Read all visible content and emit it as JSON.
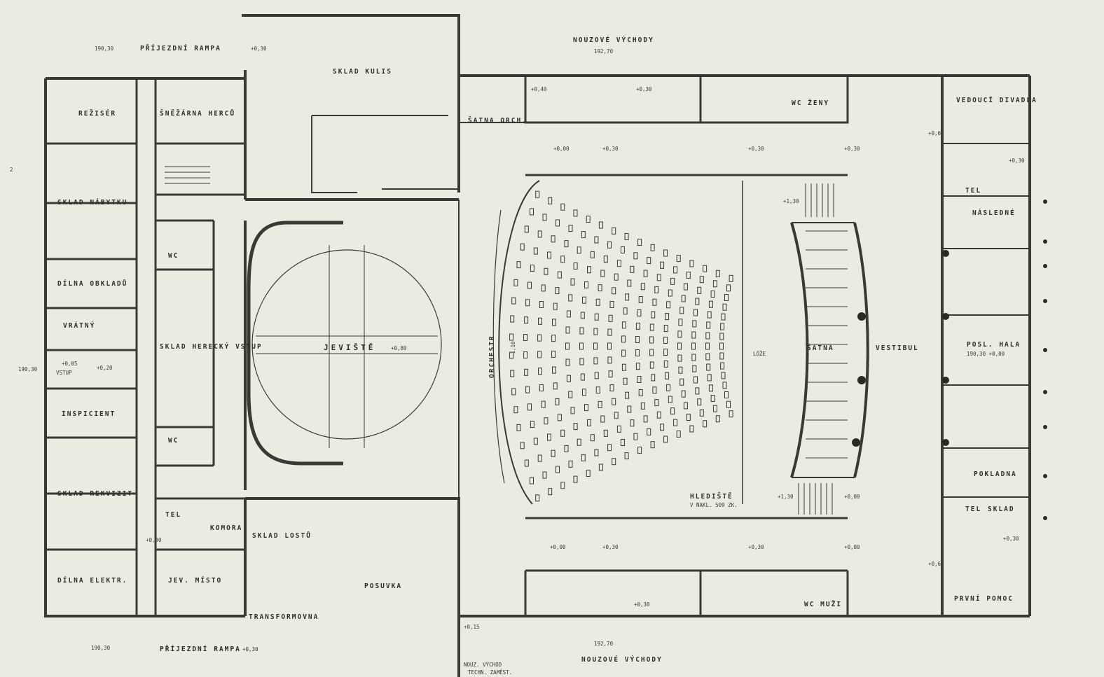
{
  "drawing": {
    "paper_color": "#ecebe2",
    "ink_color": "#3a3a34",
    "grid_marker": "2",
    "rooms": {
      "sklad_kulis": "SKLAD KULIS",
      "rezisér": "REŽISÉR",
      "snazarna_herců": "ŠNĚŽÁRNA HERCŮ",
      "sklad_nabytku": "SKLAD NÁBYTKU",
      "dilna_obkladu": "DÍLNA OBKLADŮ",
      "vratny": "VRÁTNÝ",
      "inspicient": "INSPICIENT",
      "sklad_rekvizit": "SKLAD REKVIZIT",
      "dilna_elektro": "DÍLNA ELEKTR.",
      "wc1": "WC",
      "wc2": "WC",
      "sklad_herecke_vstup": "SKLAD HERECKÝ VSTUP",
      "jeviste": "JEVIŠTĚ",
      "jeviste_level": "+0,80",
      "orchestr": "ORCHESTR",
      "tel1": "TEL",
      "komora": "KOMORA",
      "sklad_lostu": "SKLAD LOSTŮ",
      "jev_misto": "JEV. MÍSTO",
      "transformovna": "TRANSFORMOVNA",
      "posuvka": "POSUVKA",
      "satna_orch": "ŠATNA ORCH.",
      "wc_zeny": "WC ŽENY",
      "wc_muzi": "WC MUŽI",
      "satna": "ŠATNA",
      "vestibul": "VESTIBUL",
      "loze": "LÓŽE",
      "hlediste": "HLEDIŠTĚ",
      "hlediste_sub": "V NAKL. 509 ZK.",
      "vedouci_divadla": "VEDOUCÍ DIVADLA",
      "tel2": "TEL",
      "nasledne": "NÁSLEDNÉ",
      "posl_hala": "POSL. HALA",
      "posl_hala_lvl": "190,30 +0,00",
      "pokladna": "POKLADNA",
      "tel3": "TEL",
      "sklad_small": "SKLAD",
      "prvni_pomoc": "PRVNÍ POMOC"
    },
    "exterior": {
      "prijezdni_rampa_top": "PŘÍJEZDNÍ RAMPA",
      "prijezdni_rampa_bottom": "PŘÍJEZDNÍ RAMPA",
      "nouzove_vychody_top": "NOUZOVÉ VÝCHODY",
      "nouzove_vychody_bottom": "NOUZOVÉ VÝCHODY",
      "nouz_vychod_jeviste": "NOUZ. VÝCHOD",
      "nouz_vychod_jeviste_2": "TECHN. ZAMĚST."
    },
    "levels": {
      "top_left": "190,30",
      "top_mid": "+0,30",
      "top_center": "192,70",
      "bottom_left": "190,30",
      "bottom_mid": "+0,30",
      "bottom_center": "192,70",
      "l1": "+0,40",
      "l2": "+0,30",
      "l3": "+0,00",
      "l4": "+0,30",
      "l5": "+0,30",
      "l6": "+0,30",
      "l7": "+0,60",
      "l8": "+1,30",
      "l9": "+1,30",
      "l10": "+0,00",
      "l11": "+0,30",
      "l12": "+0,30",
      "l13": "+0,60",
      "l14": "+0,00",
      "l15": "+0,30",
      "l16": "+0,15",
      "l17": "+0,30",
      "l18": "+0,30",
      "l19": "+0,00",
      "vstup_lvl": "190,30",
      "vstup_lvl2": "+0,05",
      "vstup_lvl3": "+0,20",
      "vstup": "VSTUP",
      "l_small": "+0,30",
      "orch_lvl": "-1,10"
    }
  }
}
